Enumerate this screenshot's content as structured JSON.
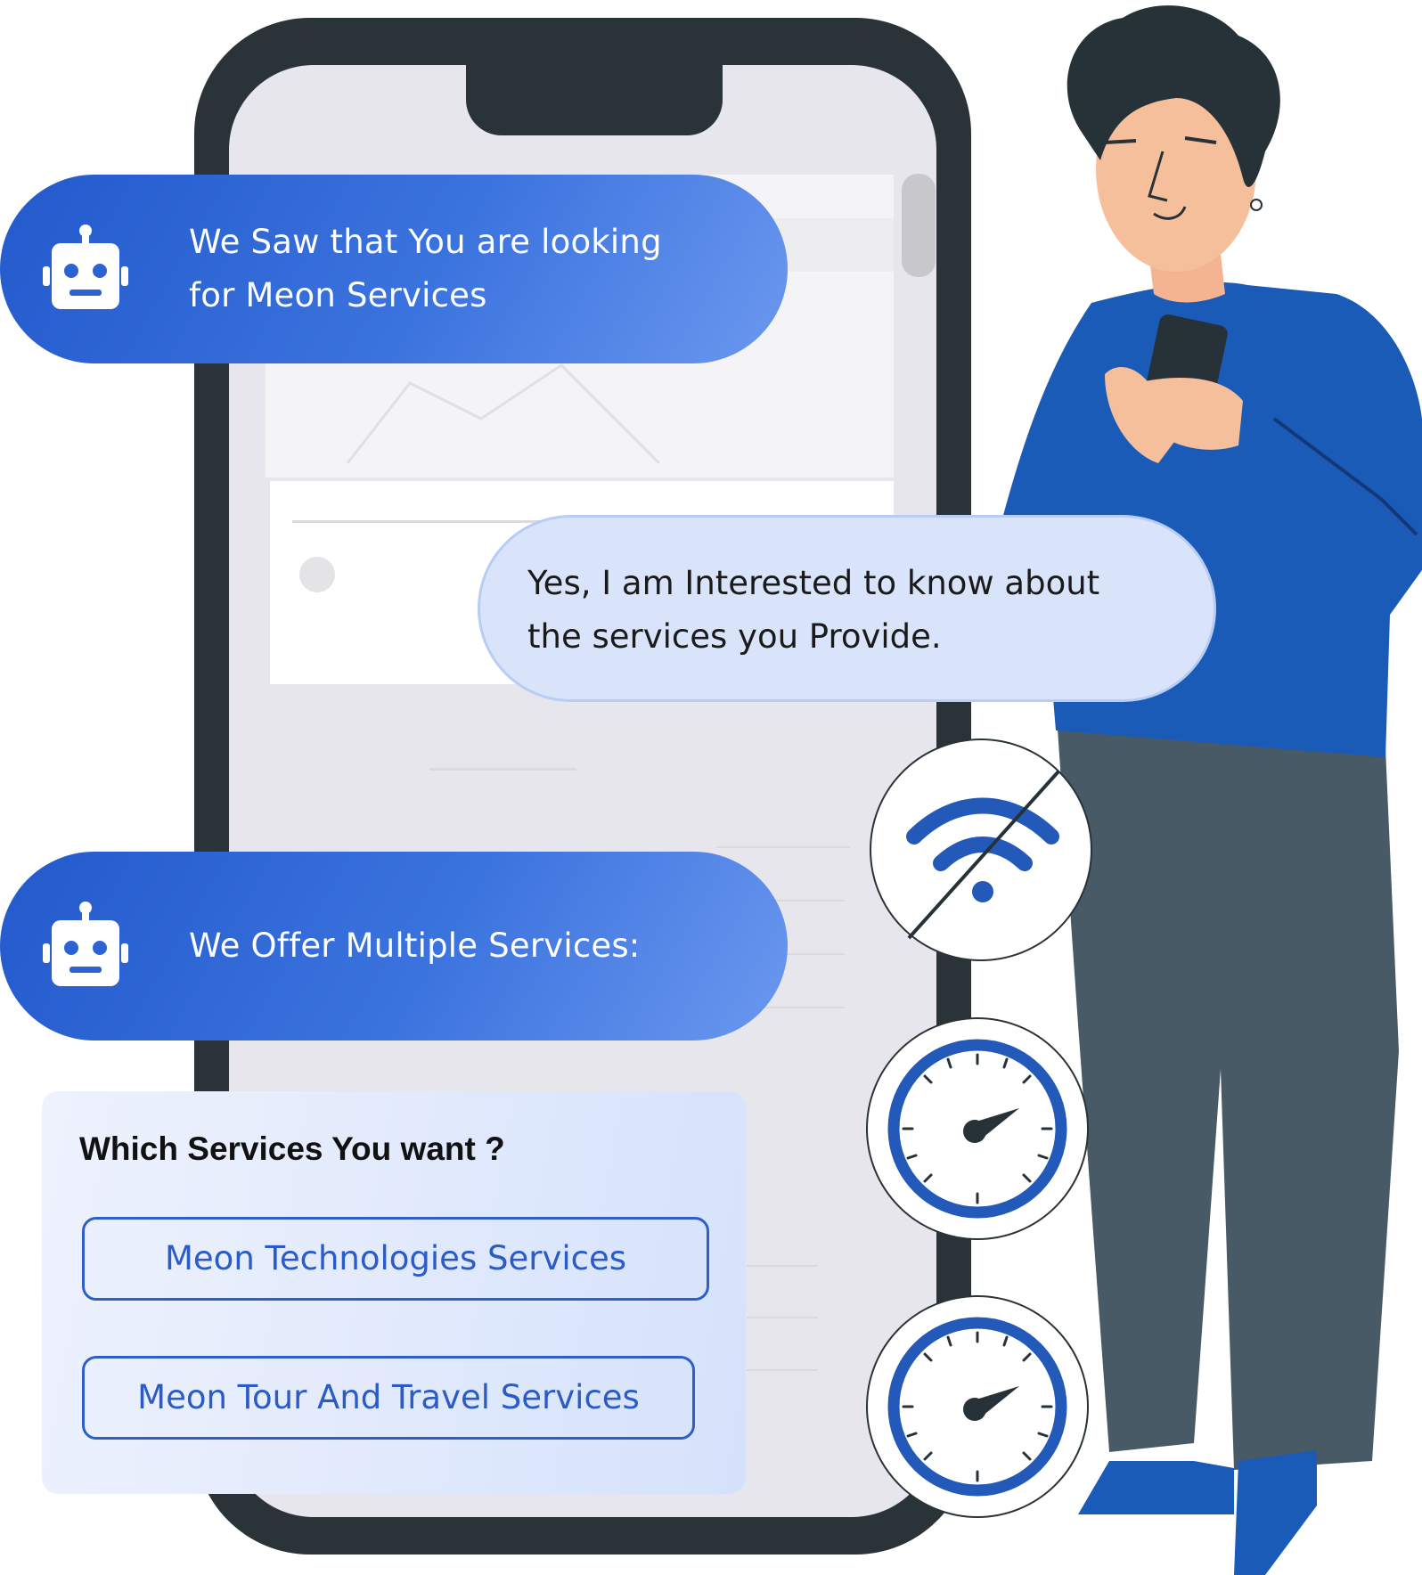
{
  "chat": {
    "bot_message_1": {
      "line1": "We Saw that You are looking",
      "line2": "for Meon Services",
      "icon": "robot-icon"
    },
    "user_message": {
      "line1": "Yes, I am Interested to know about",
      "line2": "the services you Provide."
    },
    "bot_message_2": {
      "text": "We Offer Multiple Services:",
      "icon": "robot-icon"
    }
  },
  "service_picker": {
    "title": "Which Services You want ?",
    "options": [
      "Meon Technologies Services",
      "Meon Tour And Travel Services"
    ]
  },
  "status_icons": [
    "wifi-off-icon",
    "speedometer-icon",
    "speedometer-icon"
  ],
  "colors": {
    "bot_bubble": "#2f66d8",
    "user_bubble": "#d9e4fb",
    "option_border": "#2e5fc9",
    "phone_frame": "#2a3338",
    "person_sweater": "#1b5bb8",
    "person_pants": "#485a66"
  }
}
